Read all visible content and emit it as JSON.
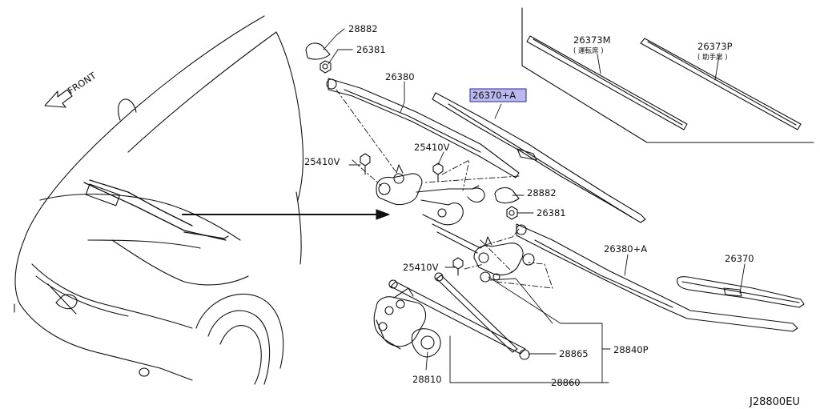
{
  "diagram": {
    "front_label": "FRONT",
    "diagram_code": "J28800EU",
    "highlight_color": "#b9b8ef",
    "parts": {
      "p28882_top": "28882",
      "p26381_top": "26381",
      "p26380": "26380",
      "p26370A": "26370+A",
      "p26373M": "26373M",
      "p26373M_note": "( 運転席 )",
      "p26373P": "26373P",
      "p26373P_note": "( 助手席 )",
      "p25410V_left": "25410V",
      "p25410V_mid": "25410V",
      "p28882_mid": "28882",
      "p26381_mid": "26381",
      "p26380A": "26380+A",
      "p26370": "26370",
      "p25410V_low": "25410V",
      "p28865": "28865",
      "p28840P": "28840P",
      "p28810": "28810",
      "p28860": "28860"
    }
  }
}
